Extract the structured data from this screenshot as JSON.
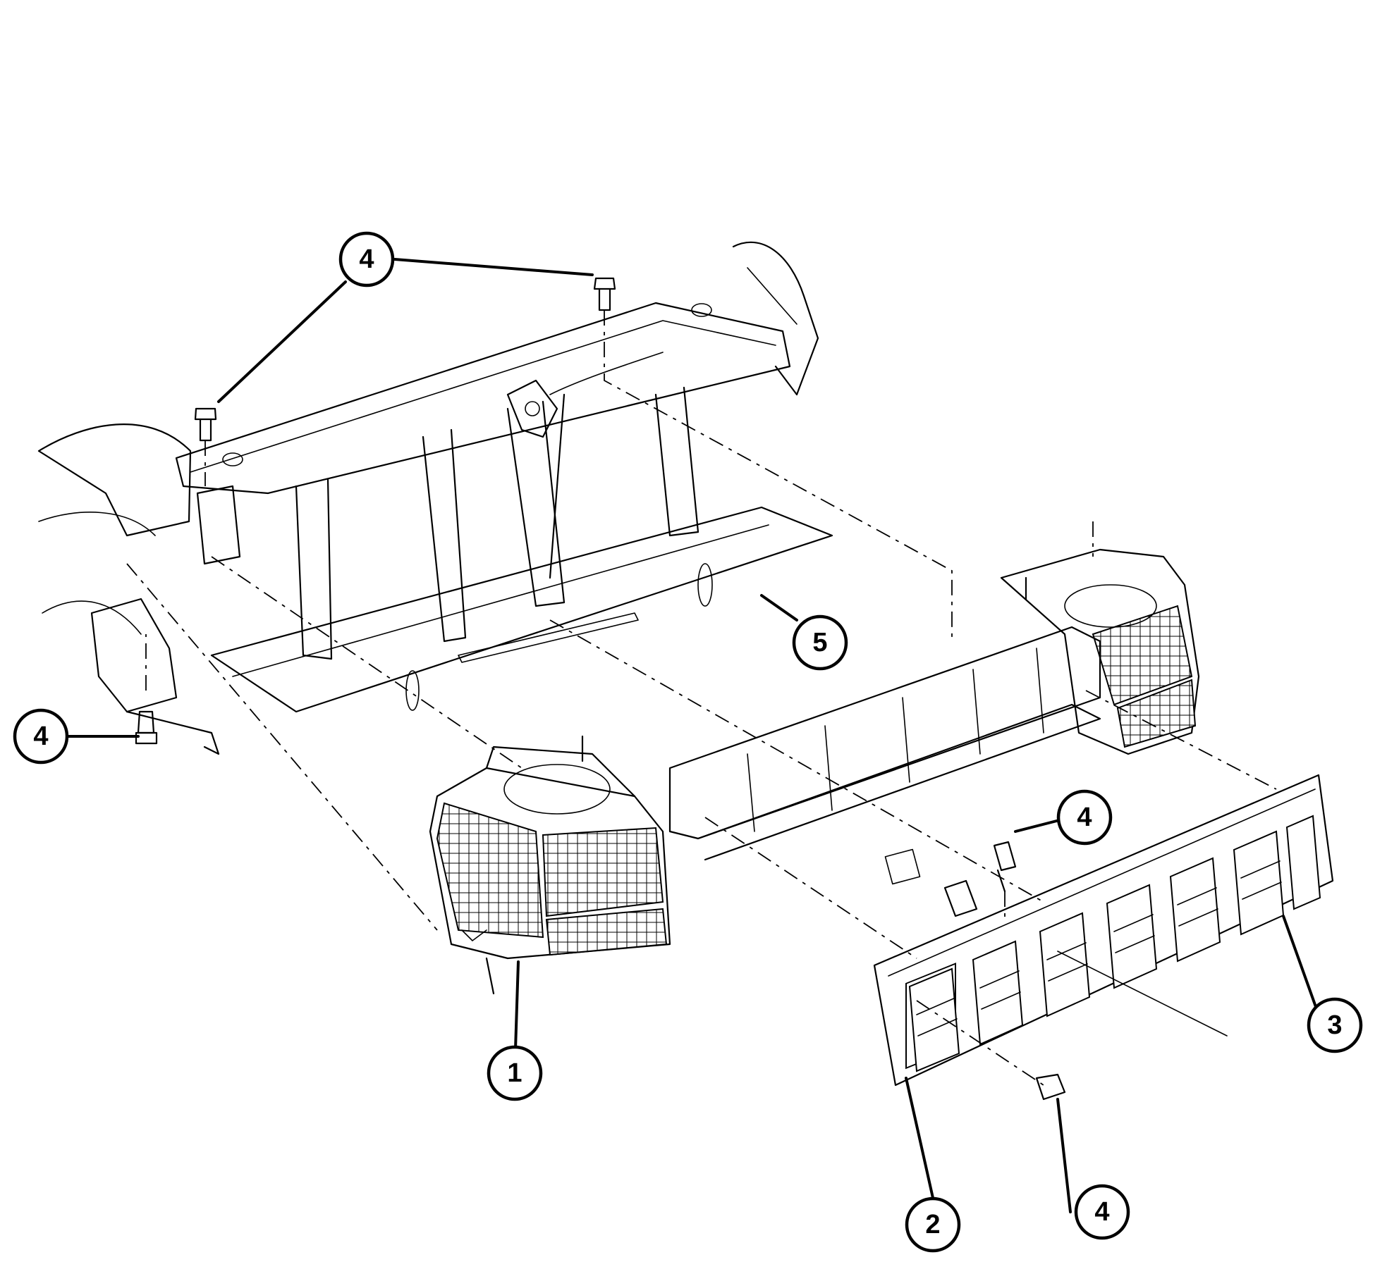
{
  "callouts": [
    {
      "id": "c1",
      "label": "1"
    },
    {
      "id": "c2",
      "label": "2"
    },
    {
      "id": "c3",
      "label": "3"
    },
    {
      "id": "c4a",
      "label": "4"
    },
    {
      "id": "c4b",
      "label": "4"
    },
    {
      "id": "c4c",
      "label": "4"
    },
    {
      "id": "c4d",
      "label": "4"
    },
    {
      "id": "c5",
      "label": "5"
    }
  ]
}
